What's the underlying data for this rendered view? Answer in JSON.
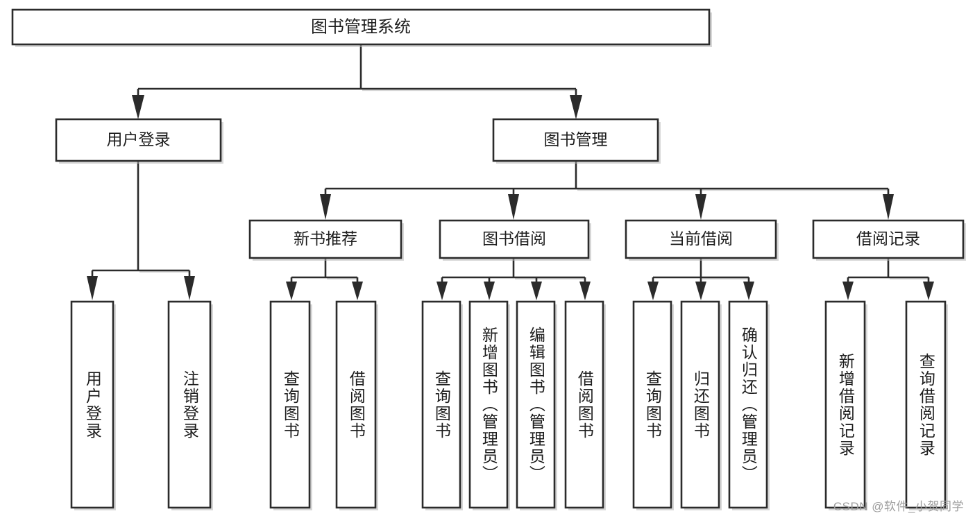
{
  "diagram": {
    "title": "图书管理系统",
    "watermark": "CSDN @软件_小贺同学",
    "colors": {
      "stroke": "#2b2b2b",
      "fill": "#ffffff",
      "text": "#1d1d1d",
      "shadow": "#b7b7b7",
      "watermark": "#9d9d9d"
    },
    "levels": {
      "root": "图书管理系统",
      "level2": [
        "用户登录",
        "图书管理"
      ],
      "level3": [
        "新书推荐",
        "图书借阅",
        "当前借阅",
        "借阅记录"
      ]
    },
    "nodes": {
      "root": {
        "label": "图书管理系统",
        "orientation": "horizontal"
      },
      "user_login": {
        "label": "用户登录",
        "orientation": "horizontal"
      },
      "book_manage": {
        "label": "图书管理",
        "orientation": "horizontal"
      },
      "new_book_rec": {
        "label": "新书推荐",
        "orientation": "horizontal"
      },
      "book_borrow": {
        "label": "图书借阅",
        "orientation": "horizontal"
      },
      "current_borrow": {
        "label": "当前借阅",
        "orientation": "horizontal"
      },
      "borrow_record": {
        "label": "借阅记录",
        "orientation": "horizontal"
      },
      "leaf_user_login": {
        "label": "用户登录",
        "orientation": "vertical"
      },
      "leaf_logout": {
        "label": "注销登录",
        "orientation": "vertical"
      },
      "leaf_query_book_1": {
        "label": "查询图书",
        "orientation": "vertical"
      },
      "leaf_borrow_book_1": {
        "label": "借阅图书",
        "orientation": "vertical"
      },
      "leaf_query_book_2": {
        "label": "查询图书",
        "orientation": "vertical"
      },
      "leaf_add_book": {
        "label": "新增图书（管理员）",
        "orientation": "vertical"
      },
      "leaf_edit_book": {
        "label": "编辑图书（管理员）",
        "orientation": "vertical"
      },
      "leaf_borrow_book_2": {
        "label": "借阅图书",
        "orientation": "vertical"
      },
      "leaf_query_book_3": {
        "label": "查询图书",
        "orientation": "vertical"
      },
      "leaf_return_book": {
        "label": "归还图书",
        "orientation": "vertical"
      },
      "leaf_confirm_return": {
        "label": "确认归还（管理员）",
        "orientation": "vertical"
      },
      "leaf_add_record": {
        "label": "新增借阅记录",
        "orientation": "vertical"
      },
      "leaf_query_record": {
        "label": "查询借阅记录",
        "orientation": "vertical"
      }
    },
    "tree": [
      {
        "label": "图书管理系统",
        "children": [
          {
            "label": "用户登录",
            "children": [
              {
                "label": "用户登录"
              },
              {
                "label": "注销登录"
              }
            ]
          },
          {
            "label": "图书管理",
            "children": [
              {
                "label": "新书推荐",
                "children": [
                  {
                    "label": "查询图书"
                  },
                  {
                    "label": "借阅图书"
                  }
                ]
              },
              {
                "label": "图书借阅",
                "children": [
                  {
                    "label": "查询图书"
                  },
                  {
                    "label": "新增图书（管理员）"
                  },
                  {
                    "label": "编辑图书（管理员）"
                  },
                  {
                    "label": "借阅图书"
                  }
                ]
              },
              {
                "label": "当前借阅",
                "children": [
                  {
                    "label": "查询图书"
                  },
                  {
                    "label": "归还图书"
                  },
                  {
                    "label": "确认归还（管理员）"
                  }
                ]
              },
              {
                "label": "借阅记录",
                "children": [
                  {
                    "label": "新增借阅记录"
                  },
                  {
                    "label": "查询借阅记录"
                  }
                ]
              }
            ]
          }
        ]
      }
    ]
  }
}
